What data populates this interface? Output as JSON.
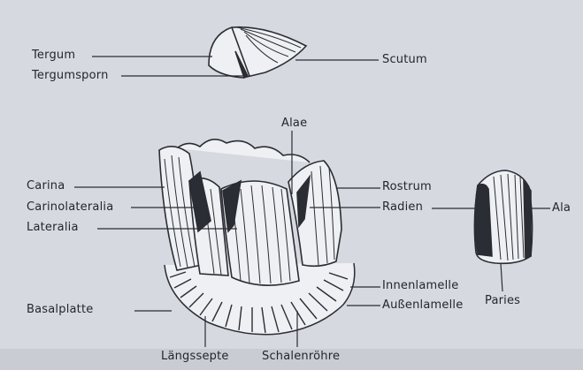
{
  "labels": {
    "tergum": "Tergum",
    "tergumsporn": "Tergumsporn",
    "scutum": "Scutum",
    "alae": "Alae",
    "carina": "Carina",
    "carinolateralia": "Carinolateralia",
    "lateralia": "Lateralia",
    "rostrum": "Rostrum",
    "radien": "Radien",
    "ala": "Ala",
    "innenlamelle": "Innenlamelle",
    "aussenlamelle": "Außenlamelle",
    "paries": "Paries",
    "basalplatte": "Basalplatte",
    "laengssepte": "Längssepte",
    "schalenroehre": "Schalenröhre"
  },
  "colors": {
    "background": "#d6d9e0",
    "ink": "#23262c",
    "shell": "#eef0f3"
  }
}
